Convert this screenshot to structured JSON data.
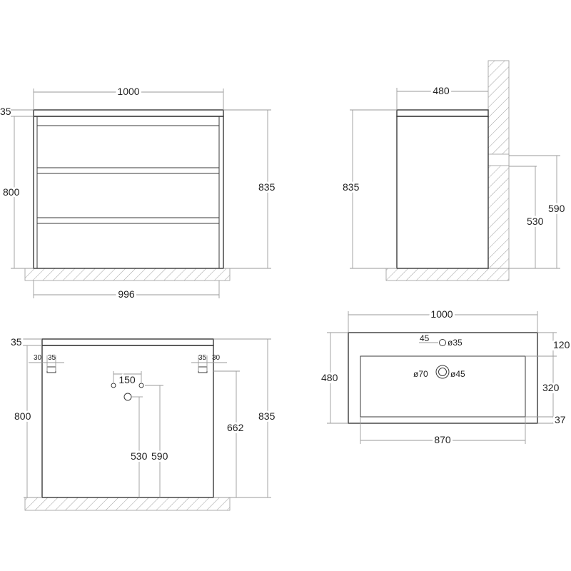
{
  "front_view": {
    "width_overall": "1000",
    "top_thickness": "35",
    "body_height": "800",
    "total_height": "835",
    "base_width": "996"
  },
  "side_view": {
    "depth": "480",
    "total_height": "835",
    "height_upper": "590",
    "height_lower": "530"
  },
  "rear_view": {
    "top_thickness": "35",
    "offset_left_a": "30",
    "offset_left_b": "35",
    "offset_right_a": "35",
    "offset_right_b": "30",
    "hole_spacing": "150",
    "height_530": "530",
    "height_590": "590",
    "height_662": "662",
    "body_height": "800",
    "total_height": "835"
  },
  "top_view": {
    "width_overall": "1000",
    "depth": "480",
    "offset_45": "45",
    "tap_hole": "ø35",
    "drain_outer": "ø70",
    "drain_inner": "ø45",
    "back_offset": "120",
    "bowl_depth": "320",
    "front_offset": "37",
    "bowl_width": "870"
  }
}
